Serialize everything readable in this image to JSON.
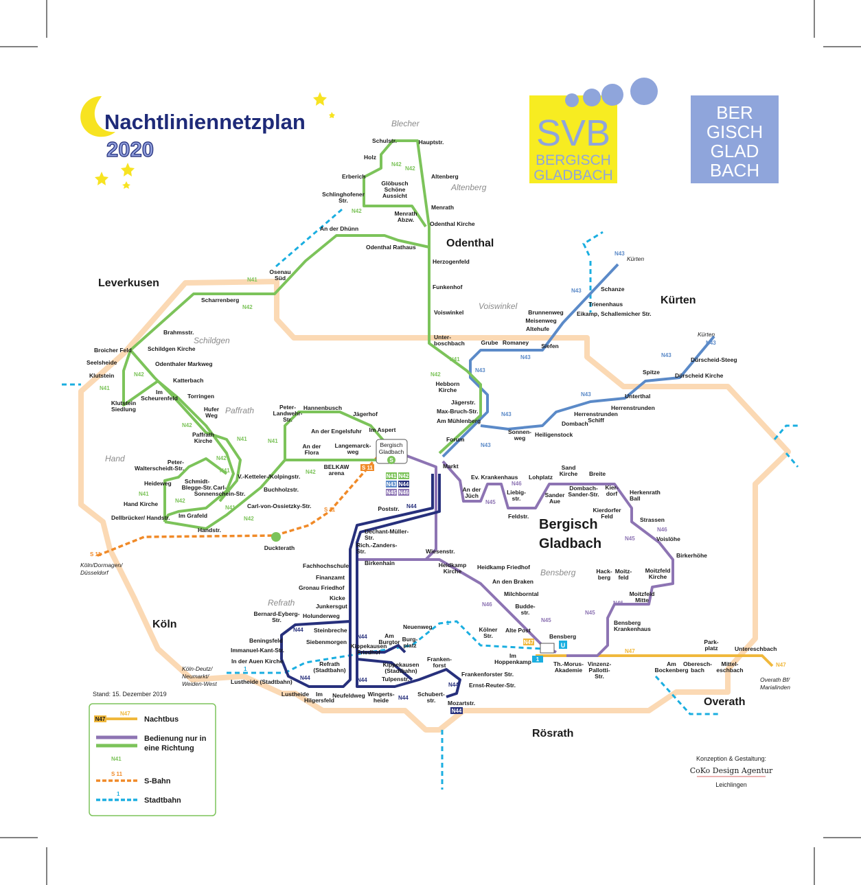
{
  "title": "Nachtliniennetzplan",
  "year": "2020",
  "stand": "Stand: 15. Dezember 2019",
  "logo_svb": {
    "line1": "SVB",
    "line2": "BERGISCH",
    "line3": "GLADBACH"
  },
  "logo_bg": {
    "rows": [
      "BER",
      "GISCH",
      "GLAD",
      "BACH"
    ]
  },
  "colors": {
    "n41": "#7cc35a",
    "n42": "#7cc35a",
    "n43": "#5b8ac8",
    "n44": "#27307c",
    "n45": "#8d74b3",
    "n46": "#8d74b3",
    "n47": "#f0b83c",
    "sbahn": "#f08a28",
    "stadtbahn": "#1aaee0",
    "area": "#fbd9b4"
  },
  "districts": [
    "Leverkusen",
    "Odenthal",
    "Kürten",
    "Köln",
    "Overath",
    "Rösrath"
  ],
  "city": {
    "line1": "Bergisch",
    "line2": "Gladbach"
  },
  "localities": [
    "Blecher",
    "Altenberg",
    "Voiswinkel",
    "Schildgen",
    "Paffrath",
    "Hand",
    "Refrath",
    "Bensberg"
  ],
  "lines": {
    "n41": "N41",
    "n42": "N42",
    "n43": "N43",
    "n44": "N44",
    "n45": "N45",
    "n46": "N46",
    "n47": "N47",
    "s11": "S 11",
    "one": "1"
  },
  "hub_station": {
    "name": "Bergisch Gladbach",
    "name1": "Bergisch",
    "name2": "Gladbach",
    "s_symbol": "S"
  },
  "u_symbol": "U",
  "destinations": {
    "koeln_dormagen": [
      "Köln/Dormagen/",
      "Düsseldorf"
    ],
    "koeln_deutz": [
      "Köln-Deutz/",
      "Neumarkt/",
      "Weiden-West"
    ],
    "kuerten1": "Kürten",
    "kuerten2": "Kürten",
    "overath": [
      "Overath Bf/",
      "Marialinden"
    ]
  },
  "stations": {
    "schulstr": "Schulstr.",
    "hauptstr": "Hauptstr.",
    "holz": "Holz",
    "erberich": "Erberich",
    "altenberg": "Altenberg",
    "globusch": [
      "Glöbusch",
      "Schöne",
      "Aussicht"
    ],
    "schlinghofener": [
      "Schlinghofener",
      "Str."
    ],
    "menrath": "Menrath",
    "menrath_abzw": [
      "Menrath",
      "Abzw."
    ],
    "odenthal_kirche": "Odenthal Kirche",
    "an_der_duenn": "An der Dhünn",
    "odenthal_rathaus": "Odenthal Rathaus",
    "herzogenfeld": "Herzogenfeld",
    "funkenhof": "Funkenhof",
    "voiswinkel": "Voiswinkel",
    "unterboschbach": [
      "Unter-",
      "boschbach"
    ],
    "osenau": [
      "Osenau",
      "Süd"
    ],
    "scharrenberg": "Scharrenberg",
    "brahmsstr": "Brahmsstr.",
    "broicher_feld": "Broicher Feld",
    "schildgen_kirche": "Schildgen Kirche",
    "odenthaler_markweg": "Odenthaler Markweg",
    "seelsheide": "Seelsheide",
    "klutstein": "Klutstein",
    "katterbach": "Katterbach",
    "im_scheurenfeld": [
      "Im",
      "Scheurenfeld"
    ],
    "klutstein_siedlung": [
      "Klutstein",
      "Siedlung"
    ],
    "torringen": "Torringen",
    "hufer_weg": [
      "Hufer",
      "Weg"
    ],
    "paffrath_kirche": [
      "Paffrath",
      "Kirche"
    ],
    "peter_walterscheidt": [
      "Peter-",
      "Walterscheidt-Str."
    ],
    "heideweg": "Heideweg",
    "schmidt_blegge": [
      "Schmidt-",
      "Blegge-Str."
    ],
    "carl_sonnenschein": [
      "Carl-",
      "Sonnenschein-Str."
    ],
    "hand_kirche": "Hand Kirche",
    "dellbruecker": "Dellbrücker/ Handstr.",
    "im_grafeld": "Im Grafeld",
    "handstr": "Handstr.",
    "ketteler": "V.-Ketteler-/Kolpingstr.",
    "buchholzstr": "Buchholzstr.",
    "ossietzky": "Carl-von-Ossietzky-Str.",
    "peter_landwehr": [
      "Peter-",
      "Landwehr-",
      "Str."
    ],
    "hannenbusch": "Hannenbusch",
    "jaegerhof": "Jägerhof",
    "engelsfuhr": "An der Engelsfuhr",
    "im_aspert": "Im Aspert",
    "an_der_flora": [
      "An der",
      "Flora"
    ],
    "langemarckweg": [
      "Langemarck-",
      "weg"
    ],
    "belkaw": [
      "BELKAW",
      "arena"
    ],
    "duckterath": "Duckterath",
    "grube": "Grube",
    "romaney": "Romaney",
    "siefen": "Siefen",
    "brunnenweg": "Brunnenweg",
    "meisenweg": "Meisenweg",
    "altehufe": "Altehufe",
    "eikamp": "Eikamp, Schallemicher Str.",
    "trienenhaus": "Trienenhaus",
    "schanze": "Schanze",
    "hebborn": [
      "Hebborn",
      "Kirche"
    ],
    "jaegerstr": [
      "Jägerstr."
    ],
    "max_bruch": "Max-Bruch-Str.",
    "am_muehlenberg": "Am Mühlenberg",
    "forum": "Forum",
    "markt": "Markt",
    "sonnenweg": [
      "Sonnen-",
      "weg"
    ],
    "heiligenstock": "Heiligenstock",
    "dombach": "Dombach",
    "herrenstrunden_schiff": [
      "Herrenstrunden",
      "Schiff"
    ],
    "herrenstrunden": "Herrenstrunden",
    "unterthal": "Unterthal",
    "spitze": "Spitze",
    "duerscheid_kirche": "Dürscheid Kirche",
    "duerscheid_steeg": "Dürscheid-Steeg",
    "ev_krankenhaus": "Ev. Krankenhaus",
    "an_der_juech": [
      "An der",
      "Jüch"
    ],
    "liebigstr": [
      "Liebig-",
      "str."
    ],
    "feldstr": "Feldstr.",
    "lohplatz": "Lohplatz",
    "sander_aue": [
      "Sander",
      "Aue"
    ],
    "sand_kirche": [
      "Sand",
      "Kirche"
    ],
    "dombach_sander": [
      "Dombach-",
      "Sander-Str."
    ],
    "breite": "Breite",
    "kierdorf": [
      "Kier-",
      "dorf"
    ],
    "herkenrath_ball": [
      "Herkenrath",
      "Ball"
    ],
    "kierdorfer_feld": [
      "Kierdorfer",
      "Feld"
    ],
    "strassen": "Strassen",
    "voisloehe": "Voislöhe",
    "birkerhoehe": "Birkerhöhe",
    "hackberg": [
      "Hack-",
      "berg"
    ],
    "moitzfeld": [
      "Moitz-",
      "feld"
    ],
    "moitzfeld_kirche": [
      "Moitzfeld",
      "Kirche"
    ],
    "moitzfeld_mitte": [
      "Moitzfeld",
      "Mitte"
    ],
    "bensberg_kh": [
      "Bensberg",
      "Krankenhaus"
    ],
    "poststr": "Poststr.",
    "dechant": [
      "Dechant-Müller-",
      "Str."
    ],
    "rich_zanders": [
      "Rich.-Zanders-",
      "Str."
    ],
    "birkenhain": "Birkenhain",
    "wiesenstr": "Wiesenstr.",
    "heidkamp_kirche": [
      "Heidkamp",
      "Kirche"
    ],
    "heidkamp_friedhof": "Heidkamp Friedhof",
    "an_den_braken": "An den Braken",
    "milchborntal": "Milchborntal",
    "buddestr": [
      "Budde-",
      "str."
    ],
    "alte_post": "Alte Post",
    "bensberg": "Bensberg",
    "koelner_str": [
      "Kölner",
      "Str."
    ],
    "neuenweg": "Neuenweg",
    "im_hoppenkamp": [
      "Im",
      "Hoppenkamp"
    ],
    "th_morus": [
      "Th.-Morus-",
      "Akademie"
    ],
    "vinzenz_pallotti": [
      "Vinzenz-",
      "Pallotti-",
      "Str."
    ],
    "am_bockenberg": [
      "Am",
      "Bockenberg"
    ],
    "obereschbach": [
      "Oberesch-",
      "bach"
    ],
    "mittel": [
      "Mittel-",
      "eschbach"
    ],
    "parkplatz": [
      "Park-",
      "platz"
    ],
    "untereschbach": "Untereschbach",
    "fachhochschule": "Fachhochschule",
    "finanzamt": "Finanzamt",
    "gronau": "Gronau Friedhof",
    "kicke": "Kicke",
    "junkersgut": "Junkersgut",
    "bernard_eyberg": [
      "Bernard-Eyberg-",
      "Str."
    ],
    "holunderweg": "Holunderweg",
    "steinbreche": "Steinbreche",
    "siebenmorgen": "Siebenmorgen",
    "beningsfeld": "Beningsfeld",
    "immanuel_kant": "Immanuel-Kant-Str.",
    "auen_kirche": "In der Auen Kirche",
    "refrath": [
      "Refrath",
      "(Stadtbahn)"
    ],
    "kippekausen_friedhof": [
      "Kippekausen",
      "Friedhof"
    ],
    "am_burgtor": [
      "Am",
      "Burgtor"
    ],
    "burgplatz": [
      "Burg-",
      "platz"
    ],
    "kippekausen_sb": [
      "Kippekausen",
      "(Stadtbahn)"
    ],
    "tulpenstr": "Tulpenstr.",
    "frankenforst": [
      "Franken-",
      "forst"
    ],
    "frankenforster": "Frankenforster Str.",
    "ernst_reuter": "Ernst-Reuter-Str.",
    "schubertstr": [
      "Schubert-",
      "str."
    ],
    "mozartstr": "Mozartstr.",
    "wingertsheide": [
      "Wingerts-",
      "heide"
    ],
    "neufeldweg": "Neufeldweg",
    "im_hilgersfeld": [
      "Im",
      "Hilgersfeld"
    ],
    "lustheide": "Lustheide",
    "lustheide_sb": "Lustheide (Stadtbahn)"
  },
  "legend": {
    "nachtbus": "Nachtbus",
    "richtung": [
      "Bedienung nur in",
      "eine Richtung"
    ],
    "sbahn": "S-Bahn",
    "stadtbahn": "Stadtbahn"
  },
  "credits": {
    "line1": "Konzeption & Gestaltung:",
    "line2": "CoKo Design Agentur",
    "line3": "Leichlingen"
  }
}
